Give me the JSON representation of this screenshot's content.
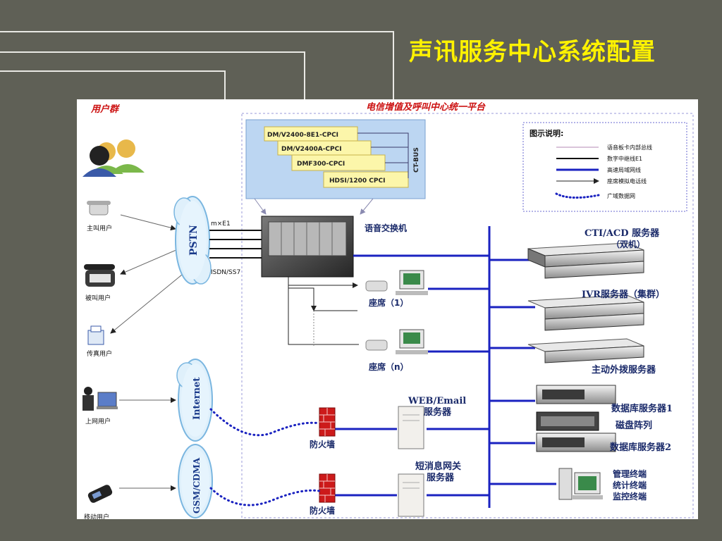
{
  "slide": {
    "title": "声讯服务中心系统配置"
  },
  "diagram": {
    "user_group_title": "用户群",
    "platform_title": "电信增值及呼叫中心统一平台",
    "cards": [
      "DM/V2400-8E1-CPCI",
      "DM/V2400A-CPCI",
      "DMF300-CPCI",
      "HDSI/1200 CPCI"
    ],
    "bus_label": "CT-BUS",
    "legend": {
      "title": "图示说明:",
      "items": [
        "语音板卡内部总线",
        "数字中继线E1",
        "高速局域网线",
        "座席模拟电话线",
        "广域数据网"
      ]
    },
    "users": {
      "calling": "主叫用户",
      "called": "被叫用户",
      "fax": "传真用户",
      "internet": "上网用户",
      "mobile": "移动用户"
    },
    "clouds": {
      "pstn": "PSTN",
      "internet": "Internet",
      "gsm": "GSM/CDMA"
    },
    "trunk_labels": {
      "e1": "m×E1",
      "isdn": "ISDN/SS7"
    },
    "switch_label": "语音交换机",
    "seats": {
      "seat1": "座席（1）",
      "seatn": "座席（n）"
    },
    "servers": {
      "cti": "CTI/ACD 服务器",
      "cti_sub": "（双机）",
      "ivr": "IVR服务器（集群）",
      "outbound": "主动外拨服务器",
      "db1": "数据库服务器1",
      "disk": "磁盘阵列",
      "db2": "数据库服务器2",
      "web1": "WEB/Email",
      "web2": "服务器",
      "sms1": "短消息网关",
      "sms2": "服务器"
    },
    "firewall": "防火墙",
    "terminals": {
      "mgmt": "管理终端",
      "stats": "统计终端",
      "monitor": "监控终端"
    }
  }
}
